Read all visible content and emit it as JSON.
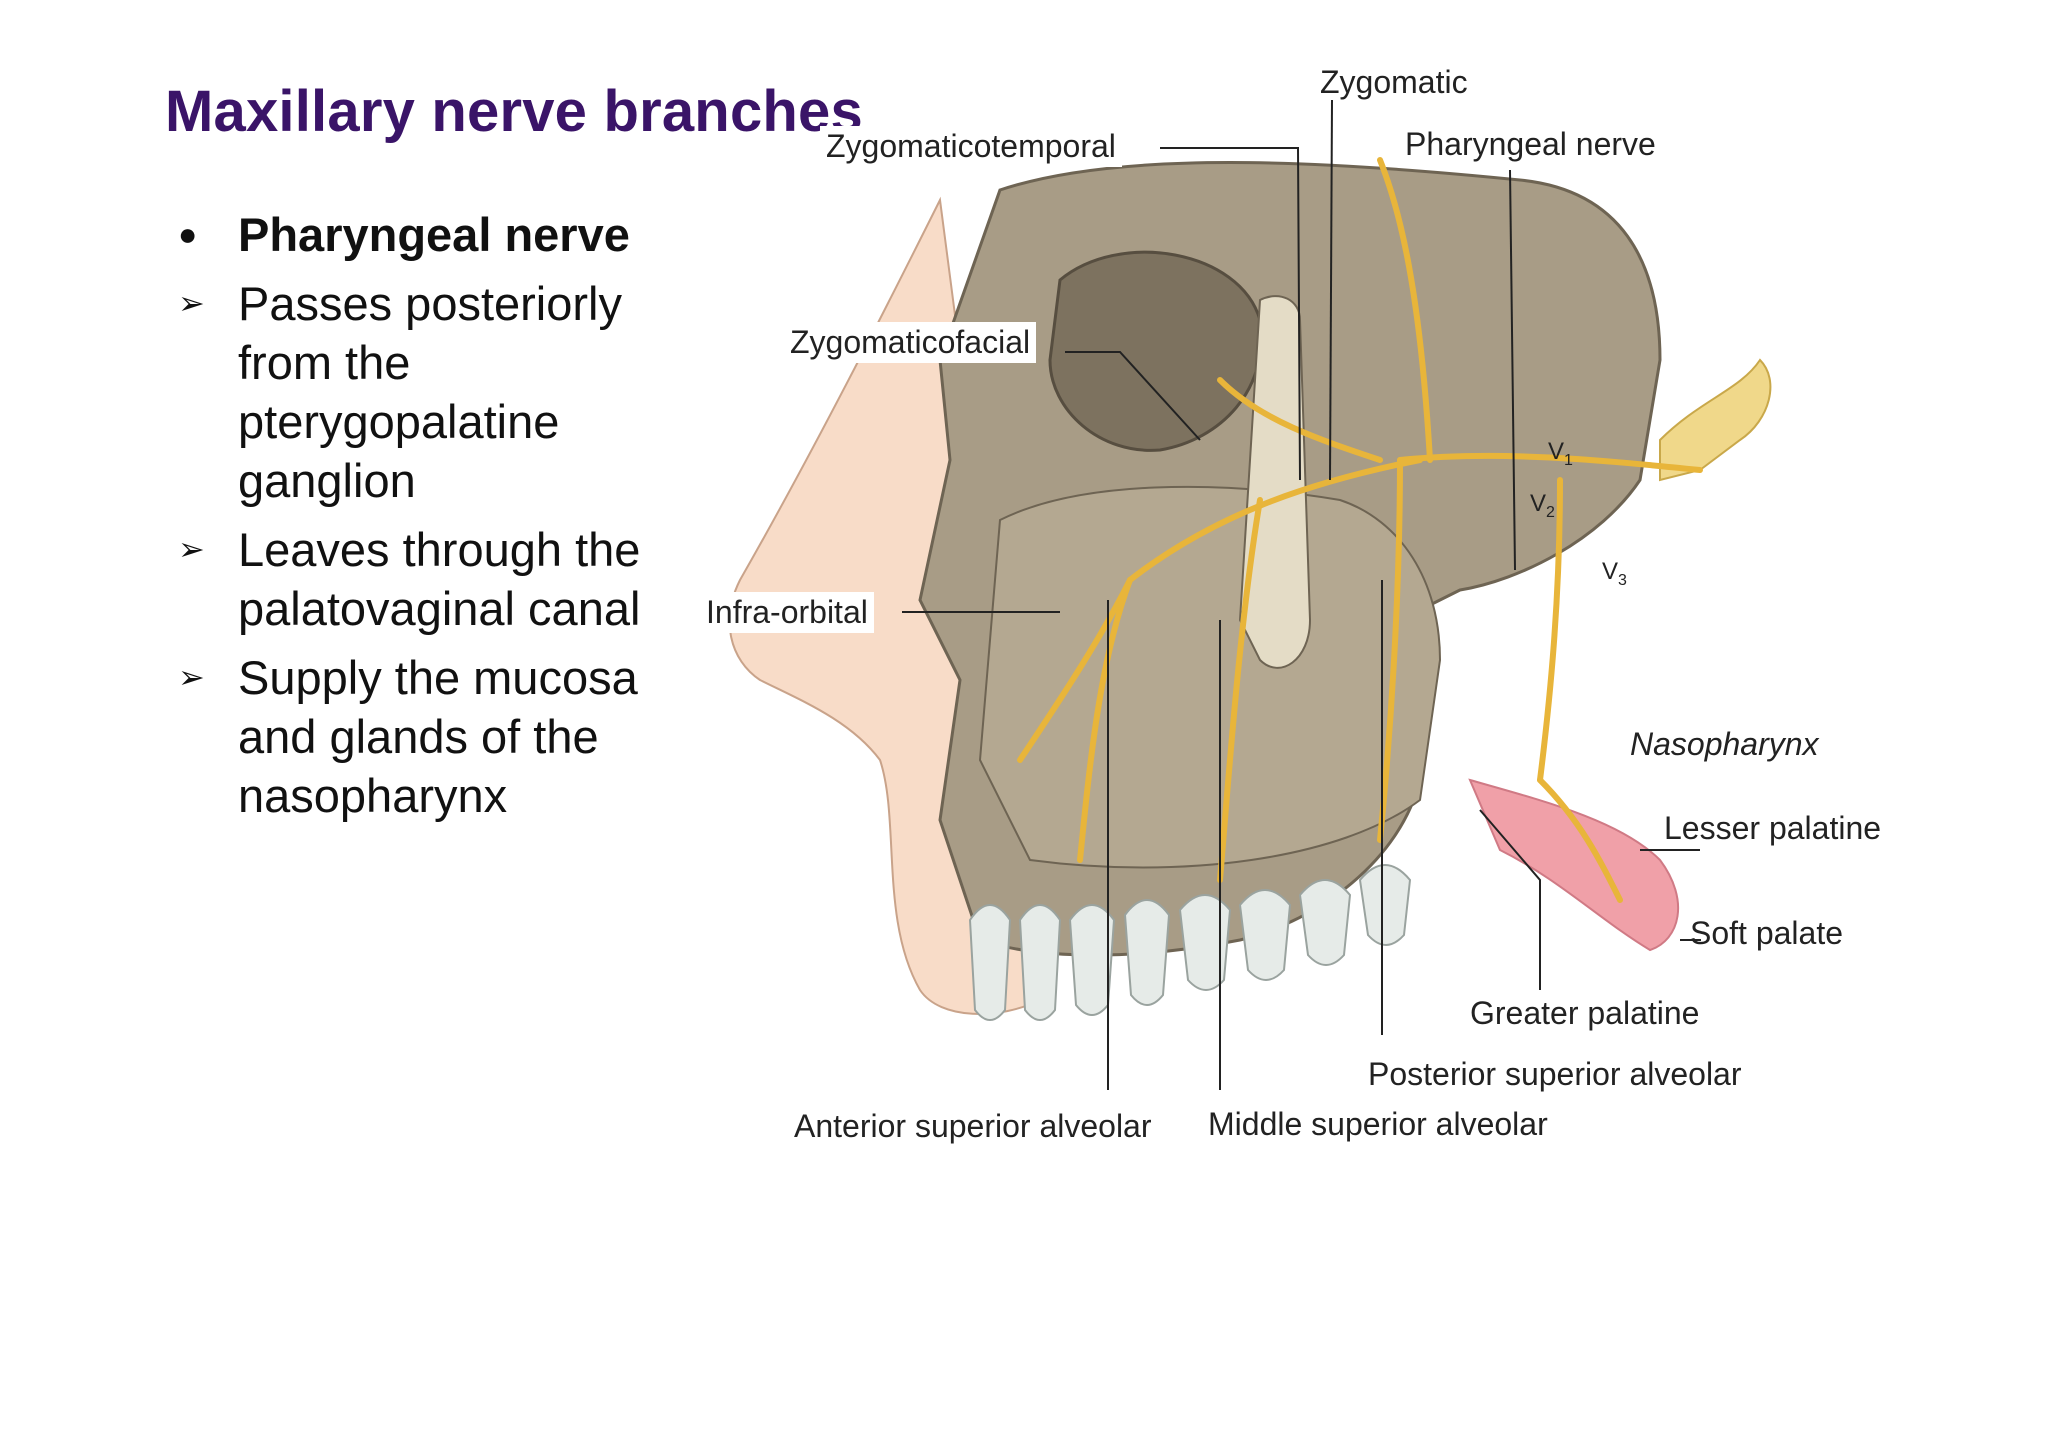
{
  "slide": {
    "title": "Maxillary nerve branches",
    "bullets": [
      {
        "marker": "●",
        "text": "Pharyngeal nerve",
        "bold": true
      },
      {
        "marker": "➢",
        "lines": [
          "Passes posteriorly",
          "from the",
          "pterygopalatine",
          "ganglion"
        ]
      },
      {
        "marker": "➢",
        "lines": [
          "Leaves through the",
          "palatovaginal canal"
        ]
      },
      {
        "marker": "➢",
        "lines": [
          "Supply the mucosa",
          "and glands of the",
          "nasopharynx"
        ]
      }
    ]
  },
  "figure": {
    "labels": {
      "zygomatic": "Zygomatic",
      "zygomaticotemporal": "Zygomaticotemporal",
      "pharyngeal_nerve": "Pharyngeal nerve",
      "zygomaticofacial": "Zygomaticofacial",
      "v1": "V",
      "v1_sub": "1",
      "v2": "V",
      "v2_sub": "2",
      "v3": "V",
      "v3_sub": "3",
      "infra_orbital": "Infra-orbital",
      "nasopharynx": "Nasopharynx",
      "lesser_palatine": "Lesser palatine",
      "soft_palate": "Soft palate",
      "greater_palatine": "Greater palatine",
      "posterior_superior_alveolar": "Posterior superior alveolar",
      "anterior_superior_alveolar": "Anterior superior alveolar",
      "middle_superior_alveolar": "Middle superior alveolar"
    },
    "colors": {
      "bone": "#a89c86",
      "bone_dark": "#6e6453",
      "nerve": "#e8b53a",
      "skin": "#f8dcc8",
      "soft_palate": "#f0a0a8",
      "teeth": "#e6ebe8",
      "ganglion": "#f0d88a"
    }
  }
}
